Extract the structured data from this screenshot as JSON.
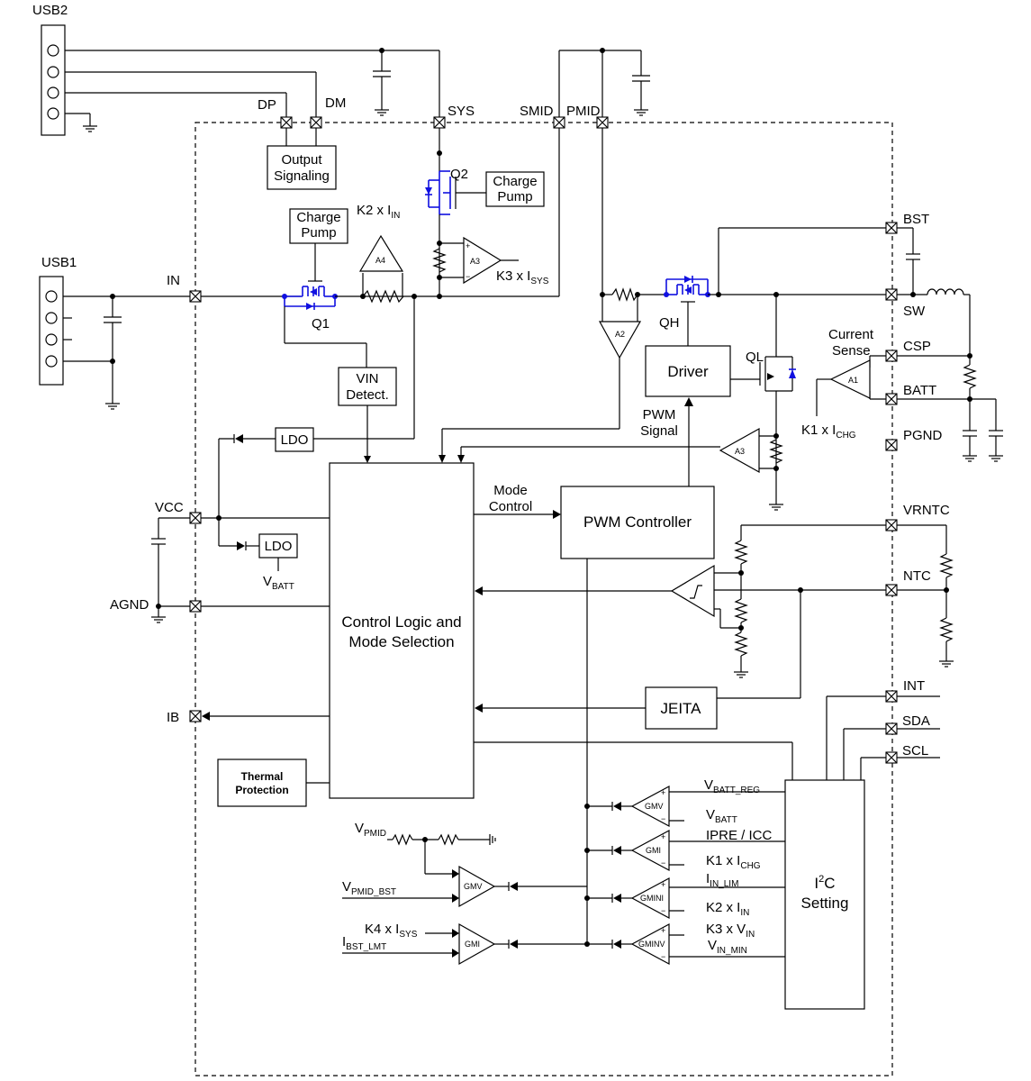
{
  "connectors": {
    "usb2": "USB2",
    "usb1": "USB1"
  },
  "pins": {
    "dp": "DP",
    "dm": "DM",
    "sys": "SYS",
    "smid": "SMID",
    "pmid": "PMID",
    "in": "IN",
    "vcc": "VCC",
    "agnd": "AGND",
    "ib": "IB",
    "bst": "BST",
    "sw": "SW",
    "csp": "CSP",
    "batt": "BATT",
    "pgnd": "PGND",
    "vrntc": "VRNTC",
    "ntc": "NTC",
    "int": "INT",
    "sda": "SDA",
    "scl": "SCL"
  },
  "blocks": {
    "output_signaling": [
      "Output",
      "Signaling"
    ],
    "charge_pump": [
      "Charge",
      "Pump"
    ],
    "vin_detect": [
      "VIN",
      "Detect."
    ],
    "ldo": "LDO",
    "control_logic": [
      "Control Logic and",
      "Mode Selection"
    ],
    "pwm_controller": "PWM Controller",
    "driver": "Driver",
    "jeita": "JEITA",
    "thermal": [
      "Thermal",
      "Protection"
    ],
    "i2c": {
      "main": "I",
      "sup": "2",
      "rest": "C",
      "line2": "Setting"
    }
  },
  "transistors": {
    "q1": "Q1",
    "q2": "Q2",
    "qh": "QH",
    "ql": "QL"
  },
  "amplifiers": {
    "a4": "A4",
    "a3": "A3",
    "a2": "A2",
    "a1": "A1",
    "gmv": "GMV",
    "gmi": "GMI",
    "gmini": "GMINI",
    "gminv": "GMINV"
  },
  "labels": {
    "k2_iin": {
      "main": "K2 x I",
      "sub": "IN"
    },
    "k3_isys": {
      "main": "K3 x I",
      "sub": "SYS"
    },
    "k1_ichg": {
      "main": "K1 x I",
      "sub": "CHG"
    },
    "current_sense": [
      "Current",
      "Sense"
    ],
    "pwm_signal": [
      "PWM",
      "Signal"
    ],
    "mode_control": [
      "Mode",
      "Control"
    ],
    "vbatt_ldo": {
      "main": "V",
      "sub": "BATT"
    },
    "v_pmid": {
      "main": "V",
      "sub": "PMID"
    },
    "v_pmid_bst": {
      "main": "V",
      "sub": "PMID_BST"
    },
    "k4_isys": {
      "main": "K4 x I",
      "sub": "SYS"
    },
    "i_bst_lmt": {
      "main": "I",
      "sub": "BST_LMT"
    },
    "vbatt_reg": {
      "main": "V",
      "sub": "BATT_REG"
    },
    "vbatt": {
      "main": "V",
      "sub": "BATT"
    },
    "ipre_icc": "IPRE / ICC",
    "k1_ichg2": {
      "main": "K1 x I",
      "sub": "CHG"
    },
    "iin_lim": {
      "main": "I",
      "sub": "IN_LIM"
    },
    "k2_iin2": {
      "main": "K2 x I",
      "sub": "IN"
    },
    "k3_vin": {
      "main": "K3 x V",
      "sub": "IN"
    },
    "vin_min": {
      "main": "V",
      "sub": "IN_MIN"
    }
  }
}
